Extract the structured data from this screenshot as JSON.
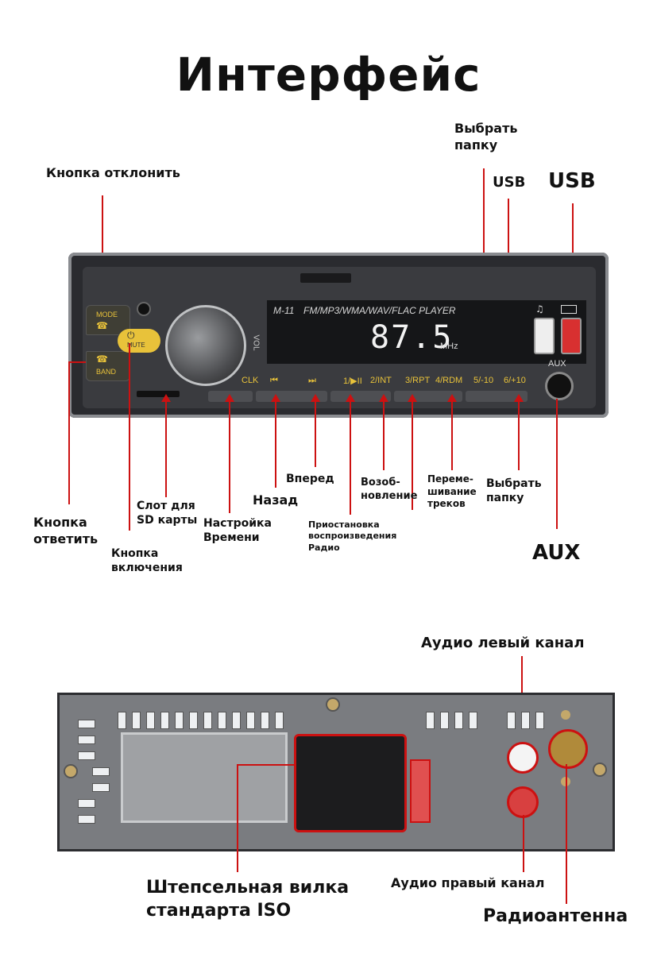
{
  "title": "Интерфейс",
  "front_labels": {
    "select_folder_top_1": "Выбрать",
    "select_folder_top_2": "папку",
    "usb_small": "USB",
    "usb_large": "USB",
    "decline_button": "Кнопка отклонить",
    "answer_button_1": "Кнопка",
    "answer_button_2": "ответить",
    "power_button_1": "Кнопка",
    "power_button_2": "включения",
    "sd_slot_1": "Слот для",
    "sd_slot_2": "SD карты",
    "time_setting_1": "Настройка",
    "time_setting_2": "Времени",
    "back": "Назад",
    "forward": "Вперед",
    "pause_1": "Приостановка",
    "pause_2": "воспроизведения",
    "pause_3": "Радио",
    "resume_1": "Возоб-",
    "resume_2": "новление",
    "shuffle_1": "Переме-",
    "shuffle_2": "шивание",
    "shuffle_3": "треков",
    "select_folder_bottom_1": "Выбрать",
    "select_folder_bottom_2": "папку",
    "aux": "AUX"
  },
  "device": {
    "model": "M-11",
    "formats": "FM/MP3/WMA/WAV/FLAC  PLAYER",
    "frequency": "87.5",
    "unit": "MHz",
    "mode_label": "MODE",
    "mute_label": "MUTE",
    "band_label": "BAND",
    "vol_label": "VOL",
    "clk_label": "CLK",
    "prev_symbol": "⏮",
    "next_symbol": "⏭",
    "play_label": "1/▶II",
    "int_label": "2/INT",
    "rpt_label": "3/RPT",
    "rdm_label": "4/RDM",
    "minus10_label": "5/-10",
    "plus10_label": "6/+10",
    "aux_label": "AUX"
  },
  "rear_labels": {
    "audio_left": "Аудио левый канал",
    "audio_right": "Аудио правый канал",
    "antenna": "Радиоантенна",
    "iso_plug_1": "Штепсельная вилка",
    "iso_plug_2": "стандарта ISO"
  },
  "colors": {
    "accent_red": "#cc1111",
    "button_yellow": "#e8c23a",
    "panel_dark": "#2a2b2f"
  },
  "icons": [
    "music-note-icon",
    "battery-icon",
    "power-icon",
    "phone-icon"
  ]
}
